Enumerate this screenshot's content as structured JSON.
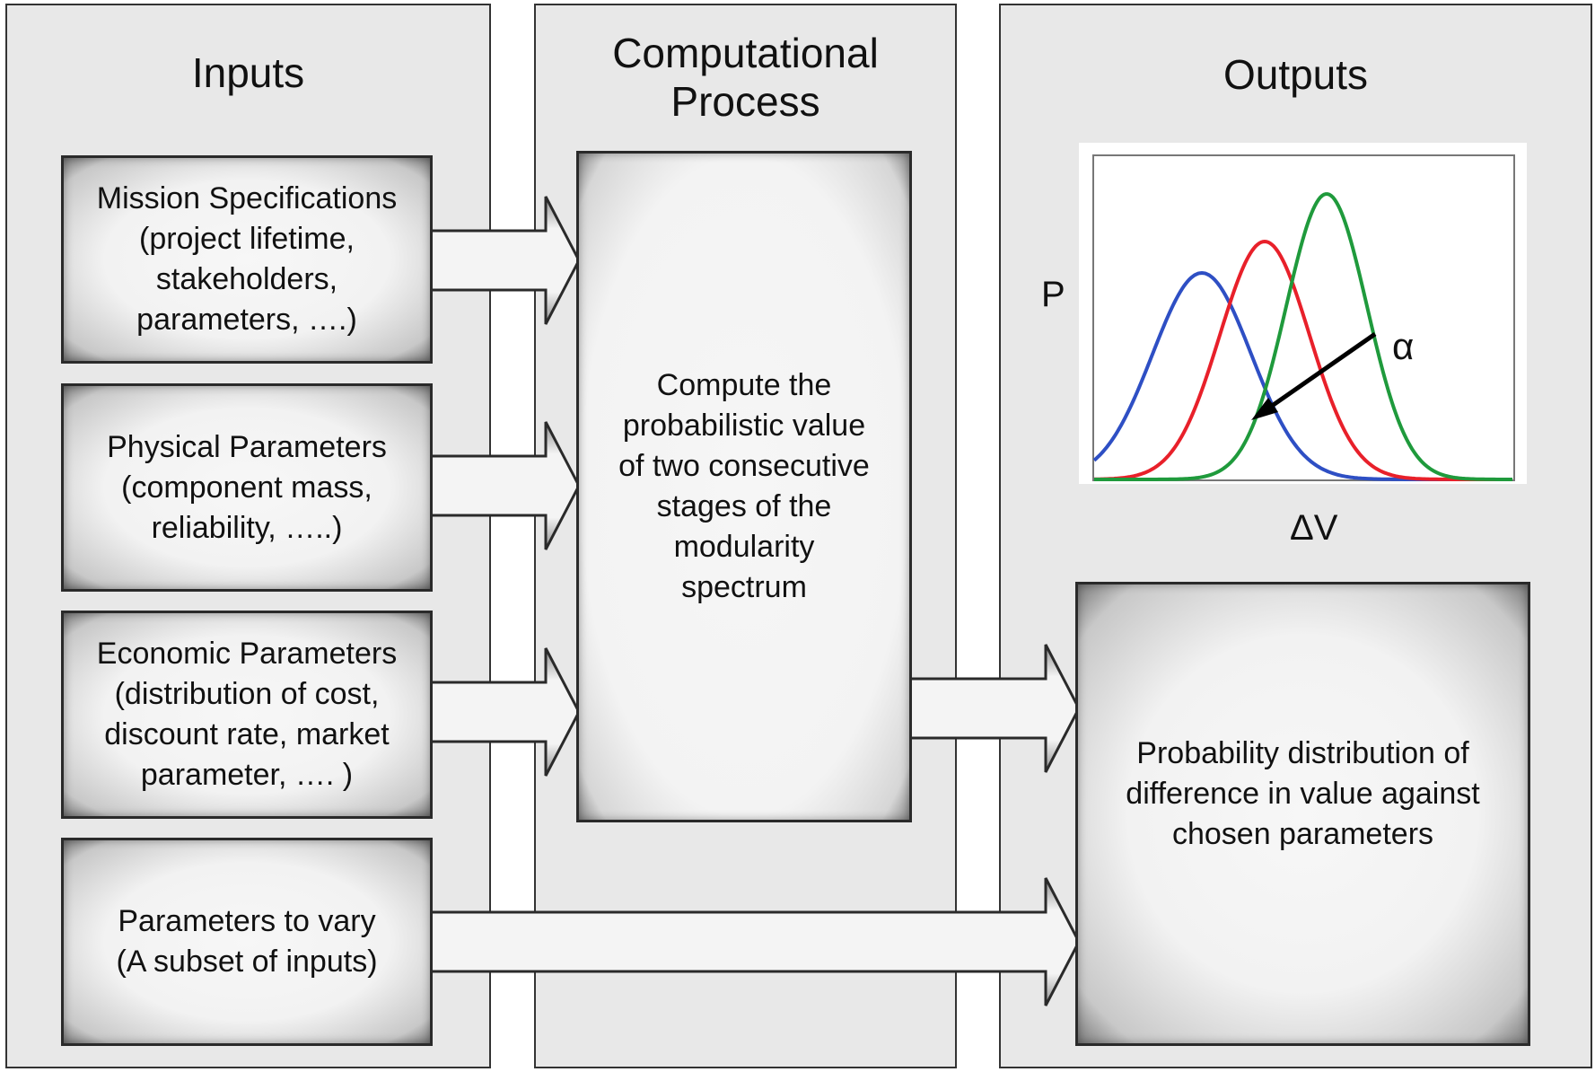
{
  "panels": {
    "inputs": {
      "title": "Inputs"
    },
    "process": {
      "title": "Computational\nProcess"
    },
    "outputs": {
      "title": "Outputs"
    }
  },
  "inputs": [
    {
      "text": "Mission Specifications\n(project lifetime,\nstakeholders,\nparameters, ….)"
    },
    {
      "text": "Physical Parameters\n(component mass,\nreliability, …..)"
    },
    {
      "text": "Economic Parameters\n(distribution of cost,\ndiscount rate, market\nparameter, …. )"
    },
    {
      "text": "Parameters to vary\n(A subset of inputs)"
    }
  ],
  "process_box": {
    "text": "Compute the\nprobabilistic value\nof two consecutive\nstages of the\nmodularity\nspectrum"
  },
  "output_box": {
    "text": "Probability distribution of\ndifference in value against\nchosen parameters"
  },
  "graph": {
    "y_label": "P",
    "x_label": "ΔV",
    "arrow_label": "α",
    "curve_colors": [
      "#2e4fc4",
      "#e8202a",
      "#1f9a3c"
    ]
  }
}
